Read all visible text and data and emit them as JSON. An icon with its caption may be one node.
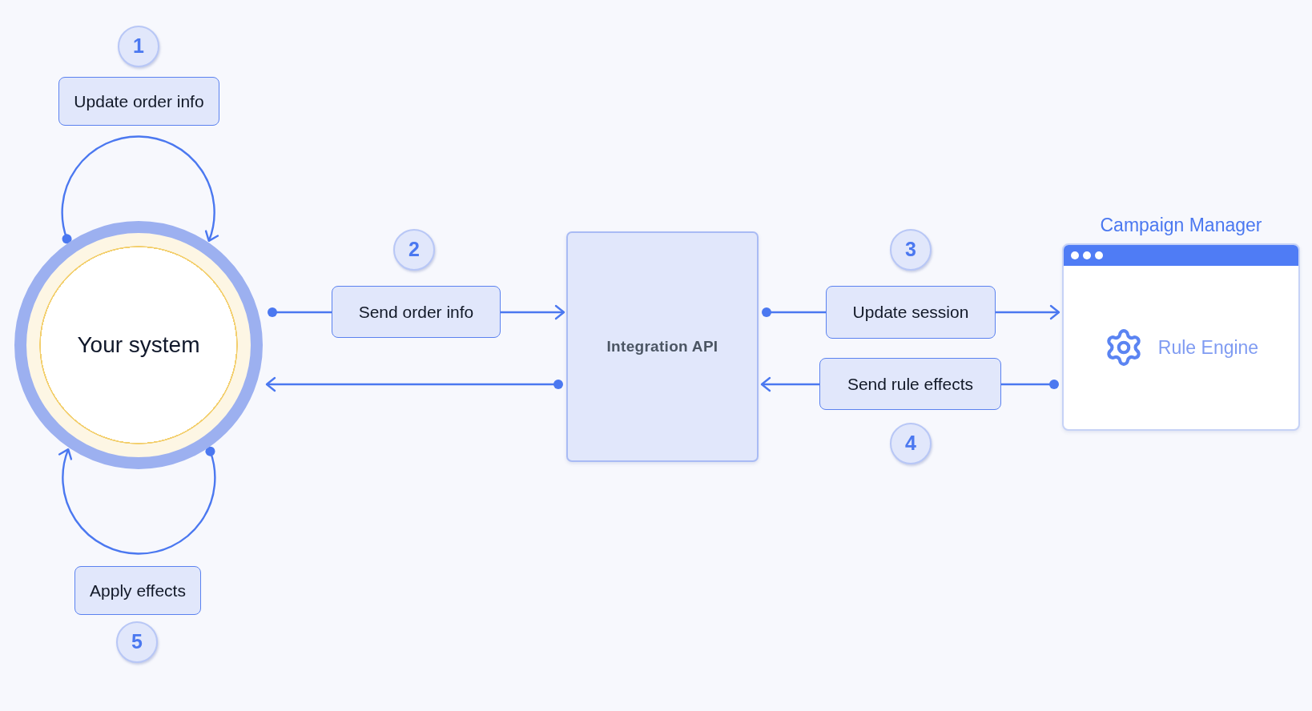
{
  "diagram": {
    "nodes": [
      {
        "text": [
          "Update order info"
        ]
      },
      {
        "text": [
          "Your system"
        ]
      },
      {
        "text": [
          "Send order info"
        ]
      },
      {
        "text": [
          "Integration API"
        ]
      },
      {
        "text": [
          "Update session"
        ]
      },
      {
        "text": [
          "Campaign Manager",
          "Rule Engine"
        ]
      },
      {
        "text": [
          "Send rule effects"
        ]
      },
      {
        "text": [
          "Apply effects"
        ]
      }
    ],
    "edges": [
      {
        "from": 1,
        "to": 1,
        "arrow": "to"
      },
      {
        "from": 1,
        "to": 2,
        "arrow": "other"
      },
      {
        "from": 2,
        "to": 3,
        "arrow": "to"
      },
      {
        "from": 3,
        "to": 1,
        "arrow": "to"
      },
      {
        "from": 3,
        "to": 4,
        "arrow": "other"
      },
      {
        "from": 4,
        "to": 5,
        "arrow": "to"
      },
      {
        "from": 5,
        "to": 6,
        "arrow": "other"
      },
      {
        "from": 6,
        "to": 3,
        "arrow": "to"
      },
      {
        "from": 1,
        "to": 1,
        "arrow": "to"
      }
    ],
    "labels": [
      "1",
      "2",
      "3",
      "4",
      "5"
    ]
  }
}
